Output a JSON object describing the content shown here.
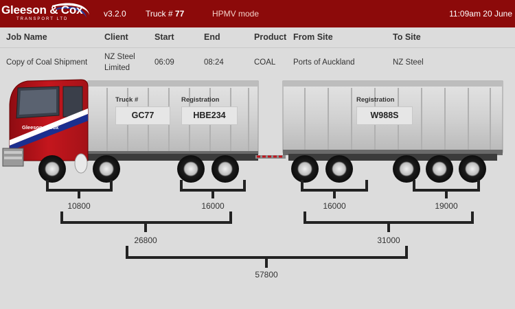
{
  "header": {
    "brand": "Gleeson & Cox",
    "brand_sub": "TRANSPORT LTD",
    "version": "v3.2.0",
    "truck_prefix": "Truck #",
    "truck_number": "77",
    "mode": "HPMV mode",
    "clock": "11:09am 20 June"
  },
  "table": {
    "headers": {
      "job": "Job Name",
      "client": "Client",
      "start": "Start",
      "end": "End",
      "product": "Product",
      "from": "From Site",
      "to": "To Site"
    },
    "row": {
      "job": "Copy of Coal Shipment",
      "client_line1": "NZ Steel",
      "client_line2": "Limited",
      "start": "06:09",
      "end": "08:24",
      "product": "COAL",
      "from": "Ports of Auckland",
      "to": "NZ Steel"
    }
  },
  "truck": {
    "door_text": "Gleeson & Cox",
    "truck_no_label": "Truck #",
    "truck_no": "GC77",
    "registration_label": "Registration",
    "registration": "HBE234"
  },
  "trailer": {
    "registration_label": "Registration",
    "registration": "W988S"
  },
  "weights": {
    "truck_front": "10800",
    "truck_rear": "16000",
    "trailer_front": "16000",
    "trailer_rear": "19000",
    "truck_total": "26800",
    "trailer_total": "31000",
    "gross": "57800"
  },
  "colors": {
    "header_bg": "#8c0a0a",
    "cab_red": "#b3141a",
    "cab_blue": "#1b2f8f",
    "body_grey": "#d0d0d0",
    "bracket": "#222222"
  }
}
